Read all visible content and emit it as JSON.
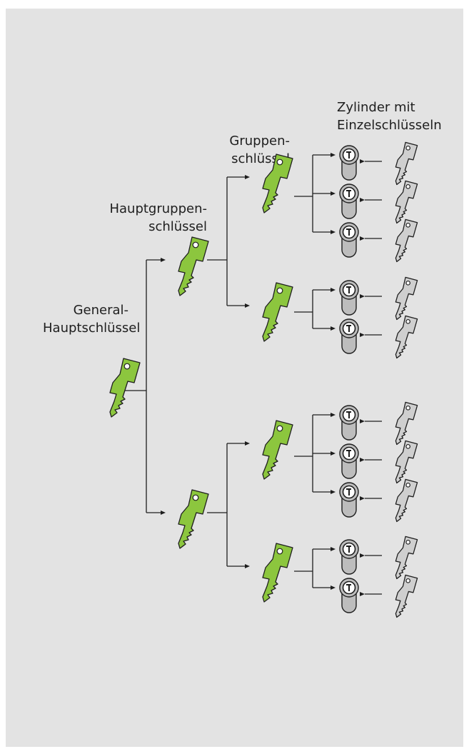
{
  "labels": {
    "general": [
      "General-",
      "Hauptschlüssel"
    ],
    "main_group": [
      "Hauptgruppen-",
      "schlüssel"
    ],
    "group": [
      "Gruppen-",
      "schlüssel"
    ],
    "cylinders": [
      "Zylinder mit",
      "Einzelschlüsseln"
    ]
  },
  "hierarchy": {
    "level": "general-master-key",
    "children": [
      {
        "level": "main-group-key",
        "children": [
          {
            "level": "group-key",
            "cylinders": 3
          },
          {
            "level": "group-key",
            "cylinders": 2
          }
        ]
      },
      {
        "level": "main-group-key",
        "children": [
          {
            "level": "group-key",
            "cylinders": 3
          },
          {
            "level": "group-key",
            "cylinders": 2
          }
        ]
      }
    ]
  },
  "colors": {
    "panel_background": "#e3e3e3",
    "master_keys": "#8cc63e",
    "individual_keys": "#cfcfcf",
    "cylinders": "#bdbdbd",
    "lines": "#1e1e1e"
  }
}
